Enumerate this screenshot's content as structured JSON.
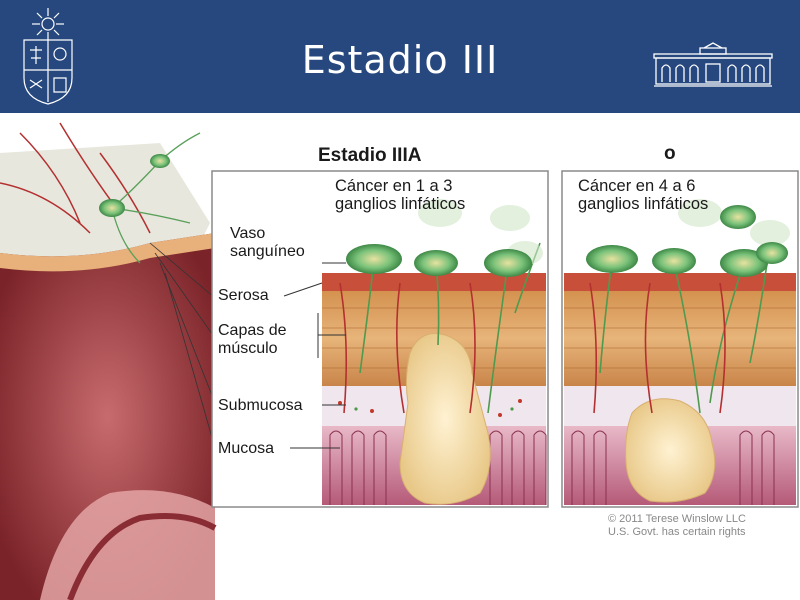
{
  "slide": {
    "title": "Estadio III",
    "accent_color": "#26487e"
  },
  "diagram": {
    "panel_a_title": "Estadio IIIA",
    "panel_b_title": "o",
    "panel_a_caption_line1": "Cáncer en 1 a 3",
    "panel_a_caption_line2": "ganglios linfáticos",
    "panel_b_caption_line1": "Cáncer en 4 a 6",
    "panel_b_caption_line2": "ganglios linfáticos",
    "labels": {
      "vaso_line1": "Vaso",
      "vaso_line2": "sanguíneo",
      "serosa": "Serosa",
      "capas_line1": "Capas de",
      "capas_line2": "músculo",
      "submucosa": "Submucosa",
      "mucosa": "Mucosa"
    },
    "copyright_line1": "© 2011 Terese Winslow LLC",
    "copyright_line2": "U.S. Govt. has certain rights"
  }
}
